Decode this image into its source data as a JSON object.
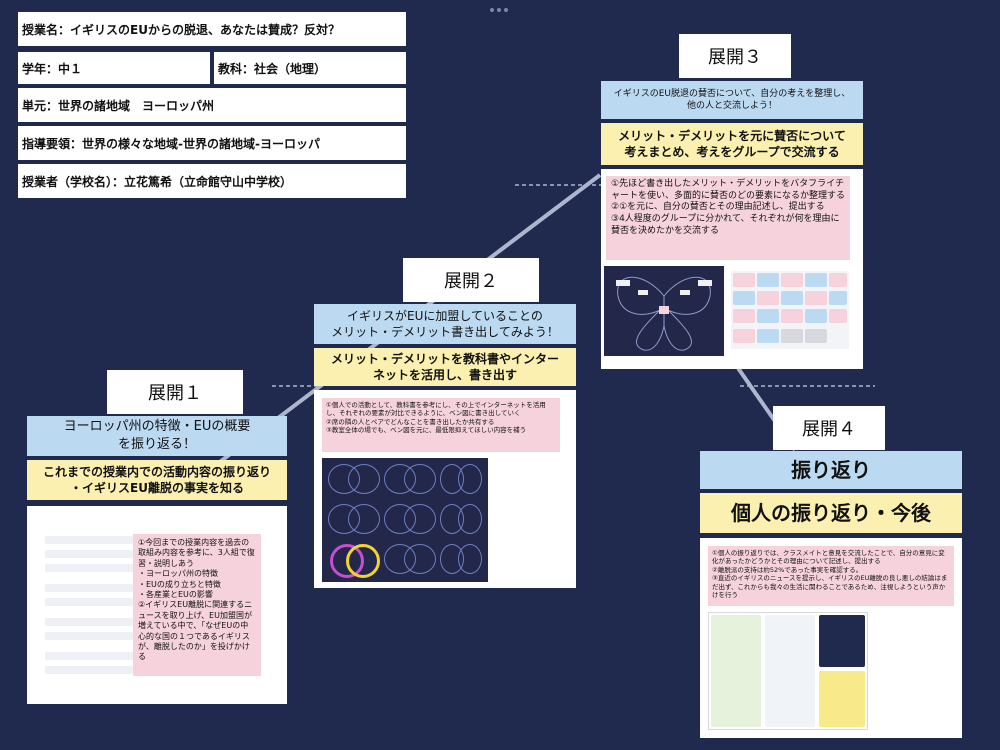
{
  "lesson": {
    "title": "授業名：イギリスのEUからの脱退、あなたは賛成？反対？",
    "grade": "学年：中１",
    "subject": "教科：社会（地理）",
    "unit": "単元：世界の諸地域　ヨーロッパ州",
    "guideline": "指導要領：世界の様々な地域-世界の諸地域-ヨーロッパ",
    "teacher": "授業者（学校名）：立花篤希（立命館守山中学校）"
  },
  "stage1": {
    "label": "展開１",
    "goal": "ヨーロッパ州の特徴・EUの概要\nを振り返る！",
    "activity": "これまでの授業内での活動内容の振り返り\n・イギリスEU離脱の事実を知る",
    "notes": "①今回までの授業内容を過去の取組み内容を参考に、3人組で復習・説明しあう\n・ヨーロッパ州の特徴\n・EUの成り立ちと特徴\n・各産業とEUの影響\n②イギリスEU離脱に関連するニュースを取り上げ、EU加盟国が増えている中で、「なぜEUの中心的な国の１つであるイギリスが、離脱したのか」を投げかける"
  },
  "stage2": {
    "label": "展開２",
    "goal": "イギリスがEUに加盟していることの\nメリット・デメリット書き出してみよう！",
    "activity": "メリット・デメリットを教科書やインター\nネットを活用し、書き出す",
    "notes": "①個人での活動として、教科書を参考にし、その上でインターネットを活用し、それぞれの要素が対比できるように、ベン図に書き出していく\n②席の隣の人とペアでどんなことを書き出したか共有する\n③教室全体の場でも、ベン図を元に、最低限抑えてほしい内容を補う"
  },
  "stage3": {
    "label": "展開３",
    "goal": "イギリスのEU脱退の賛否について、自分の考えを整理し、\n他の人と交流しよう！",
    "activity": "メリット・デメリットを元に賛否について\n考えまとめ、考えをグループで交流する",
    "notes": "①先ほど書き出したメリット・デメリットをバタフライチャートを使い、多面的に賛否のどの要素になるか整理する\n②①を元に、自分の賛否とその理由記述し、提出する\n③4人程度のグループに分かれて、それぞれが何を理由に賛否を決めたかを交流する"
  },
  "stage4": {
    "label": "展開４",
    "goal": "振り返り",
    "activity": "個人の振り返り・今後",
    "notes": "①個人の振り返りでは、クラスメイトと意見を交流したことで、自分の意見に変化があったかどうかとその理由について記述し、提出する\n②離脱派の支持は約52%であった事実を確認する。\n③直近のイギリスのニュースを提示し、イギリスのEU離脱の良し悪しの結論はまだ出ず、これからも我々の生活に関わることであるため、注視しようという声かけを行う"
  },
  "colors": {
    "background": "#1f2a4e",
    "goal_blue": "#bcd9f2",
    "activity_yellow": "#fbf0b0",
    "notes_pink": "#f6d2dc"
  }
}
